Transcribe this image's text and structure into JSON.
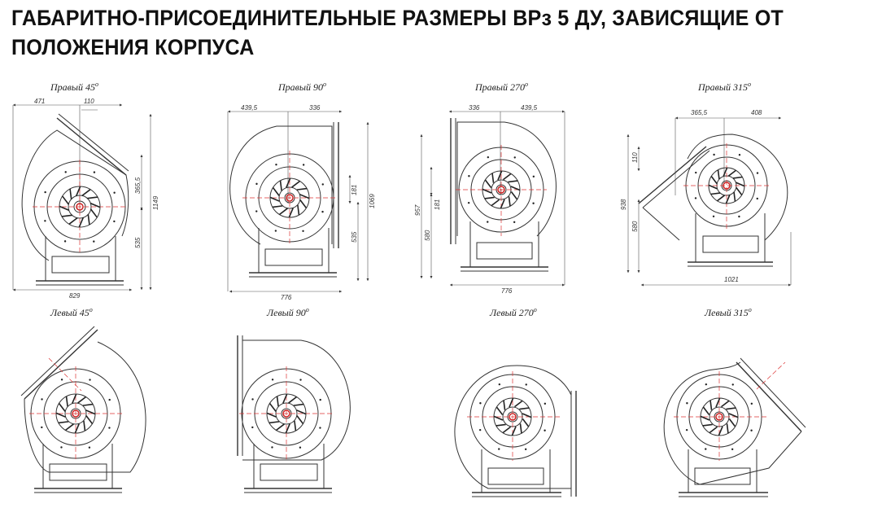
{
  "title": "ГАБАРИТНО-ПРИСОЕДИНИТЕЛЬНЫЕ РАЗМЕРЫ ВРз 5 ДУ, ЗАВИСЯЩИЕ ОТ ПОЛОЖЕНИЯ КОРПУСА",
  "deg": "o",
  "views": [
    {
      "id": "r45",
      "name": "Правый 45",
      "dims": {
        "top1": "471",
        "top2": "110",
        "right1": "365,5",
        "right2": "1149",
        "right3": "535",
        "bottom": "829"
      }
    },
    {
      "id": "r90",
      "name": "Правый 90",
      "dims": {
        "top1": "439,5",
        "top2": "336",
        "right1": "181",
        "right2": "1069",
        "right3": "535",
        "bottom": "776"
      }
    },
    {
      "id": "r270",
      "name": "Правый 270",
      "dims": {
        "top1": "336",
        "top2": "439,5",
        "left1": "957",
        "left2": "181",
        "left3": "580",
        "bottom": "776"
      }
    },
    {
      "id": "r315",
      "name": "Правый 315",
      "dims": {
        "top1": "365,5",
        "top2": "408",
        "left1": "938",
        "left2": "110",
        "left3": "580",
        "bottom": "1021"
      }
    },
    {
      "id": "l45",
      "name": "Левый 45"
    },
    {
      "id": "l90",
      "name": "Левый 90"
    },
    {
      "id": "l270",
      "name": "Левый 270"
    },
    {
      "id": "l315",
      "name": "Левый 315"
    }
  ]
}
